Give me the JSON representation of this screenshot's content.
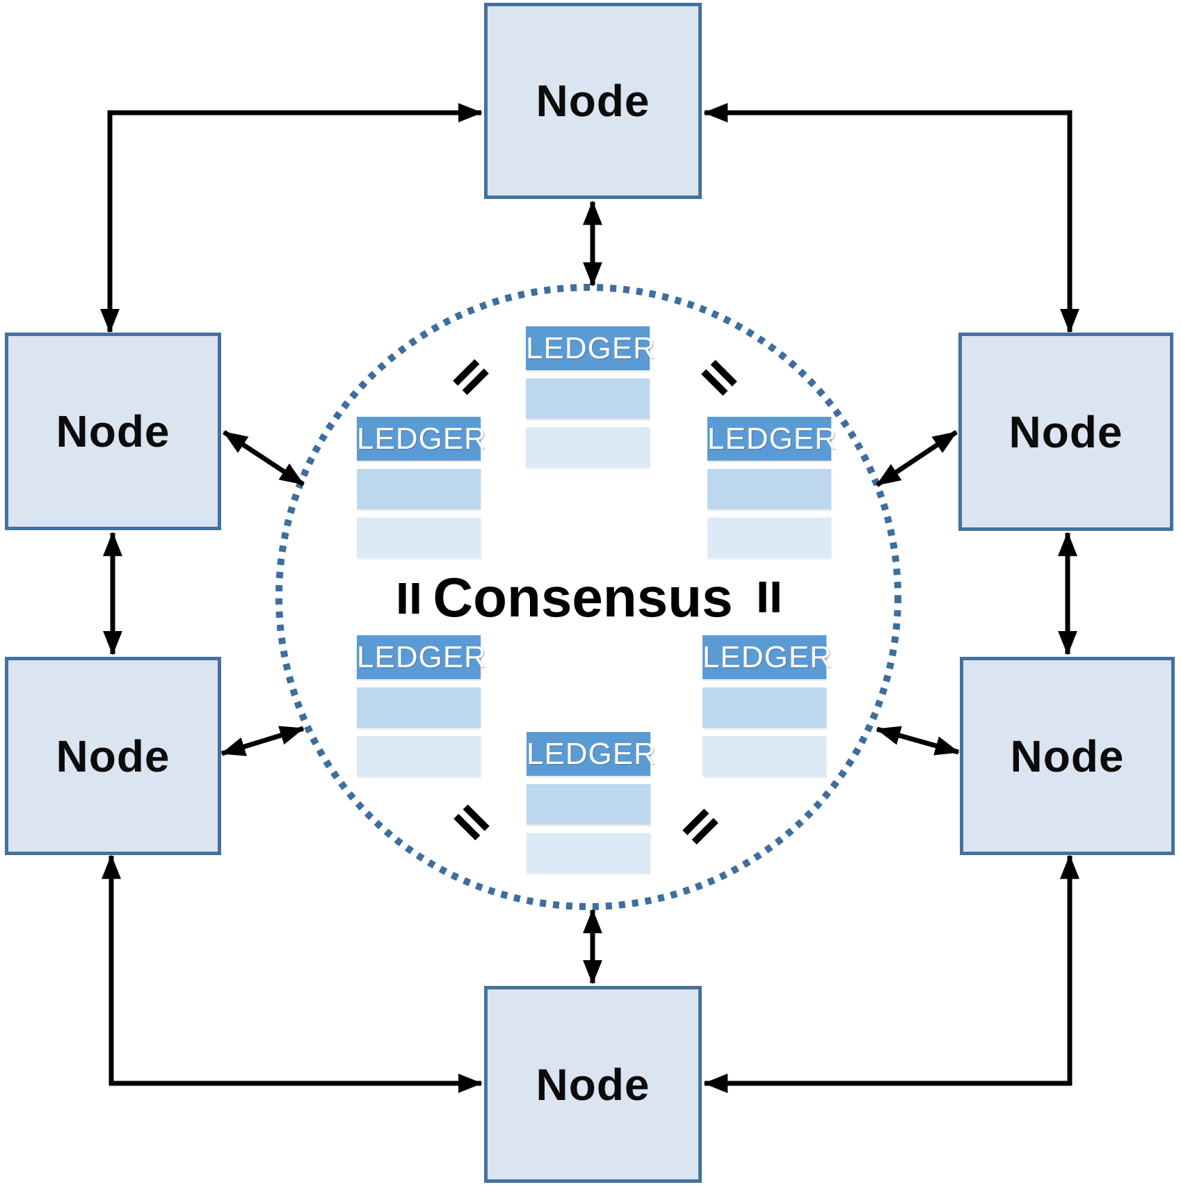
{
  "diagram": {
    "consensus_label": "Consensus",
    "node_label": "Node",
    "ledger_label": "LEDGER",
    "node_positions": [
      "top",
      "upper-left",
      "upper-right",
      "lower-left",
      "lower-right",
      "bottom"
    ],
    "ledger_positions": [
      "top",
      "middle-left",
      "middle-right",
      "bottom-left",
      "bottom-right",
      "bottom-center"
    ],
    "equals_icon_positions": [
      "top-left",
      "top-right",
      "middle-left",
      "middle-right",
      "bottom-left",
      "bottom-right"
    ],
    "colors": {
      "node_fill": "#dbe5f1",
      "node_border": "#44719e",
      "ledger_header_fill": "#5b9bd5",
      "ledger_header_text": "#ffffff",
      "ledger_row_medium": "#bdd7ee",
      "ledger_row_light": "#dce9f6",
      "consensus_circle_dots": "#3d6e9e",
      "arrows": "#000000",
      "consensus_text": "#000000"
    }
  }
}
